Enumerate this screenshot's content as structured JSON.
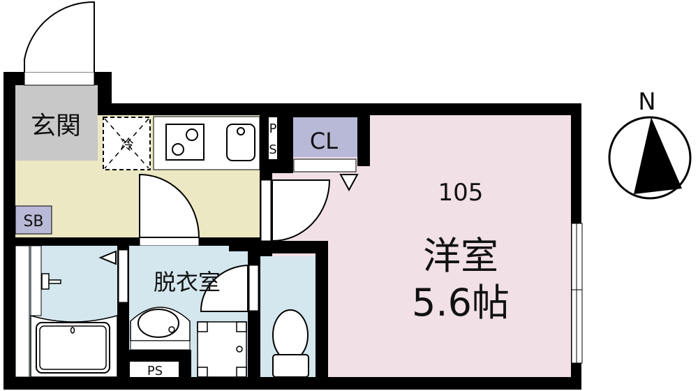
{
  "rooms": {
    "entrance": "玄関",
    "fridge": "冷",
    "ps_top": [
      "P",
      "S"
    ],
    "closet": "CL",
    "shoe_box": "SB",
    "washroom": "脱衣室",
    "ps_bottom": "PS",
    "unit_number": "105",
    "western_room": "洋室",
    "western_room_size": "5.6帖"
  },
  "compass": {
    "label": "N"
  },
  "colors": {
    "wall": "#000000",
    "entrance": "#c8c8c8",
    "kitchen": "#ebe8c3",
    "storage": "#b8b9d6",
    "western_room": "#f1e0e6",
    "wet_area": "#d4e6ee"
  }
}
